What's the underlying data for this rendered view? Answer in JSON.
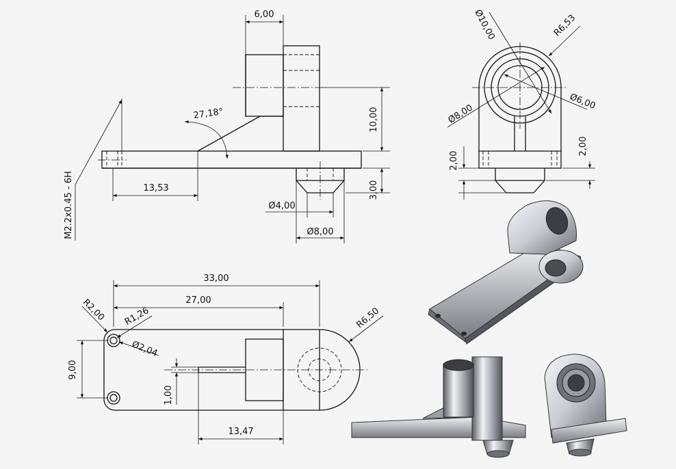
{
  "dimensions": {
    "front_top_width": "6,00",
    "front_angle": "27,18°",
    "front_height_10": "10,00",
    "front_height_3": "3,00",
    "front_len_13_53": "13,53",
    "front_dia_4": "Ø4,00",
    "front_dia_8": "Ø8,00",
    "thread_note": "M2.2x0.45 - 6H",
    "side_dia_10": "Ø10,00",
    "side_r_6_53": "R6,53",
    "side_dia_6": "Ø6,00",
    "side_dia_8": "Ø8,00",
    "side_left_2": "2,00",
    "side_right_2": "2,00",
    "top_33": "33,00",
    "top_27": "27,00",
    "top_r2": "R2,00",
    "top_r1_26": "R1,26",
    "top_dia_2_04": "Ø2,04",
    "top_r6_50": "R6,50",
    "top_9": "9,00",
    "top_1": "1,00",
    "top_13_47": "13,47"
  },
  "colors": {
    "background": "#f5f5f5",
    "line": "#111111",
    "metal_light": "#e6e7ec",
    "metal_dark": "#5d5f66"
  }
}
